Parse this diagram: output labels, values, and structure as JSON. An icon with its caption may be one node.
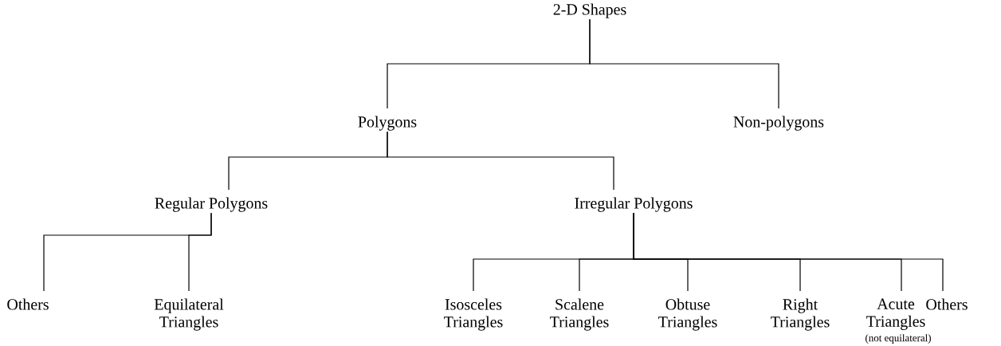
{
  "diagram": {
    "nodes": [
      {
        "text": [
          "2-D Shapes"
        ]
      },
      {
        "text": [
          "Polygons"
        ]
      },
      {
        "text": [
          "Non-polygons"
        ]
      },
      {
        "text": [
          "Regular Polygons"
        ]
      },
      {
        "text": [
          "Irregular Polygons"
        ]
      },
      {
        "text": [
          "Others"
        ]
      },
      {
        "text": [
          "Equilateral Triangles"
        ]
      },
      {
        "text": [
          "Isosceles Triangles"
        ]
      },
      {
        "text": [
          "Scalene Triangles"
        ]
      },
      {
        "text": [
          "Obtuse Triangles"
        ]
      },
      {
        "text": [
          "Right Triangles"
        ]
      },
      {
        "text": [
          "Acute Triangles"
        ],
        "beside": [
          "(not equilateral)"
        ]
      },
      {
        "text": [
          "Others"
        ]
      }
    ],
    "edges": [
      {
        "from": 0,
        "to": 1,
        "arrow": "none"
      },
      {
        "from": 0,
        "to": 2,
        "arrow": "none"
      },
      {
        "from": 1,
        "to": 3,
        "arrow": "none"
      },
      {
        "from": 1,
        "to": 4,
        "arrow": "none"
      },
      {
        "from": 3,
        "to": 5,
        "arrow": "none"
      },
      {
        "from": 3,
        "to": 6,
        "arrow": "none"
      },
      {
        "from": 4,
        "to": 7,
        "arrow": "none"
      },
      {
        "from": 4,
        "to": 8,
        "arrow": "none"
      },
      {
        "from": 4,
        "to": 9,
        "arrow": "none"
      },
      {
        "from": 4,
        "to": 10,
        "arrow": "none"
      },
      {
        "from": 4,
        "to": 11,
        "arrow": "none"
      },
      {
        "from": 4,
        "to": 12,
        "arrow": "none"
      }
    ]
  }
}
